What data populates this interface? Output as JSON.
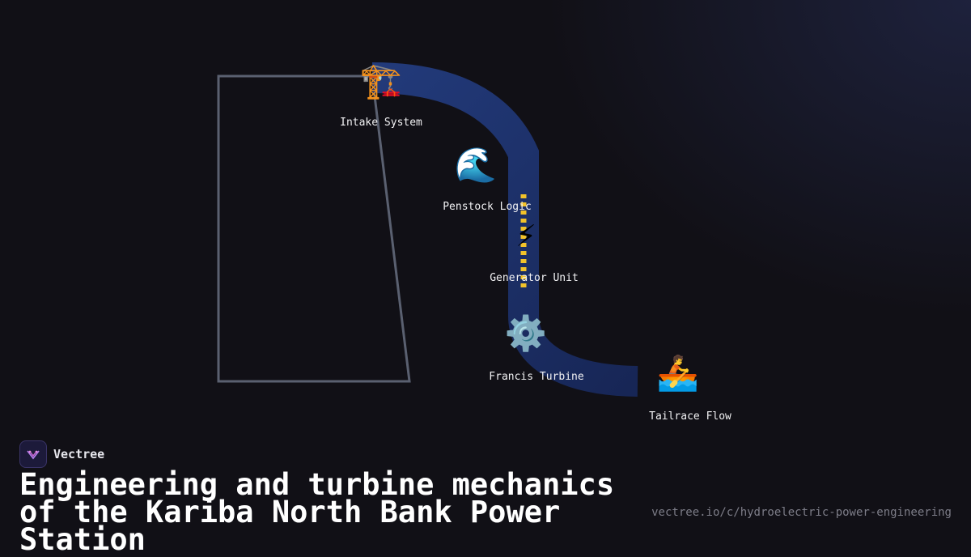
{
  "diagram": {
    "nodes": [
      {
        "id": "intake",
        "icon": "crane-icon",
        "emoji": "🏗️",
        "label": "Intake System"
      },
      {
        "id": "penstock",
        "icon": "wave-icon",
        "emoji": "🌊",
        "label": "Penstock Logic"
      },
      {
        "id": "generator",
        "icon": "lightning-icon",
        "emoji": "⚡",
        "label": "Generator Unit"
      },
      {
        "id": "turbine",
        "icon": "gear-icon",
        "emoji": "⚙️",
        "label": "Francis Turbine"
      },
      {
        "id": "tailrace",
        "icon": "rowboat-icon",
        "emoji": "🚣",
        "label": "Tailrace Flow"
      }
    ],
    "colors": {
      "water_channel": "#1f3470",
      "dam_outline": "#5a6070",
      "dashed_line": "#f2c22a"
    }
  },
  "brand": {
    "name": "Vectree",
    "icon": "vectree-logo-icon"
  },
  "title": "Engineering and turbine mechanics of the Kariba North Bank Power Station",
  "url": "vectree.io/c/hydroelectric-power-engineering"
}
